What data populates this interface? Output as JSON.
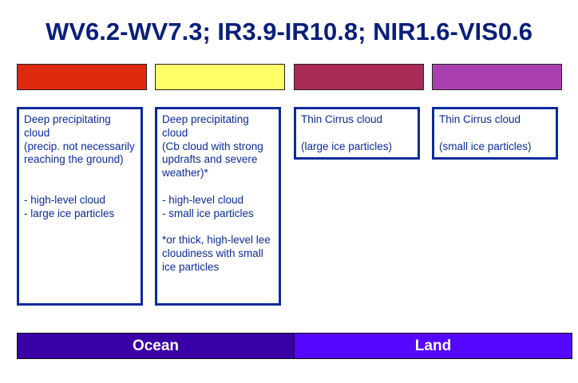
{
  "title": "WV6.2-WV7.3; IR3.9-IR10.8; NIR1.6-VIS0.6",
  "columns": [
    {
      "color": "#e02a10",
      "text": "Deep precipitating cloud\n(precip. not necessarily\n reaching the ground)\n\n\n- high-level cloud\n- large ice particles"
    },
    {
      "color": "#ffff66",
      "text": "Deep precipitating\ncloud\n(Cb cloud with strong\nupdrafts and severe\nweather)*\n\n- high-level cloud\n- small ice particles\n\n*or thick, high-level lee\ncloudiness with small\nice particles"
    },
    {
      "color": "#aa2a58",
      "text": "Thin Cirrus cloud\n\n(large ice particles)"
    },
    {
      "color": "#aa40b0",
      "text": "Thin Cirrus cloud\n\n(small ice particles)"
    }
  ],
  "surfaces": [
    {
      "label": "Ocean",
      "color": "#3a00a8"
    },
    {
      "label": "Land",
      "color": "#5508ff"
    }
  ]
}
